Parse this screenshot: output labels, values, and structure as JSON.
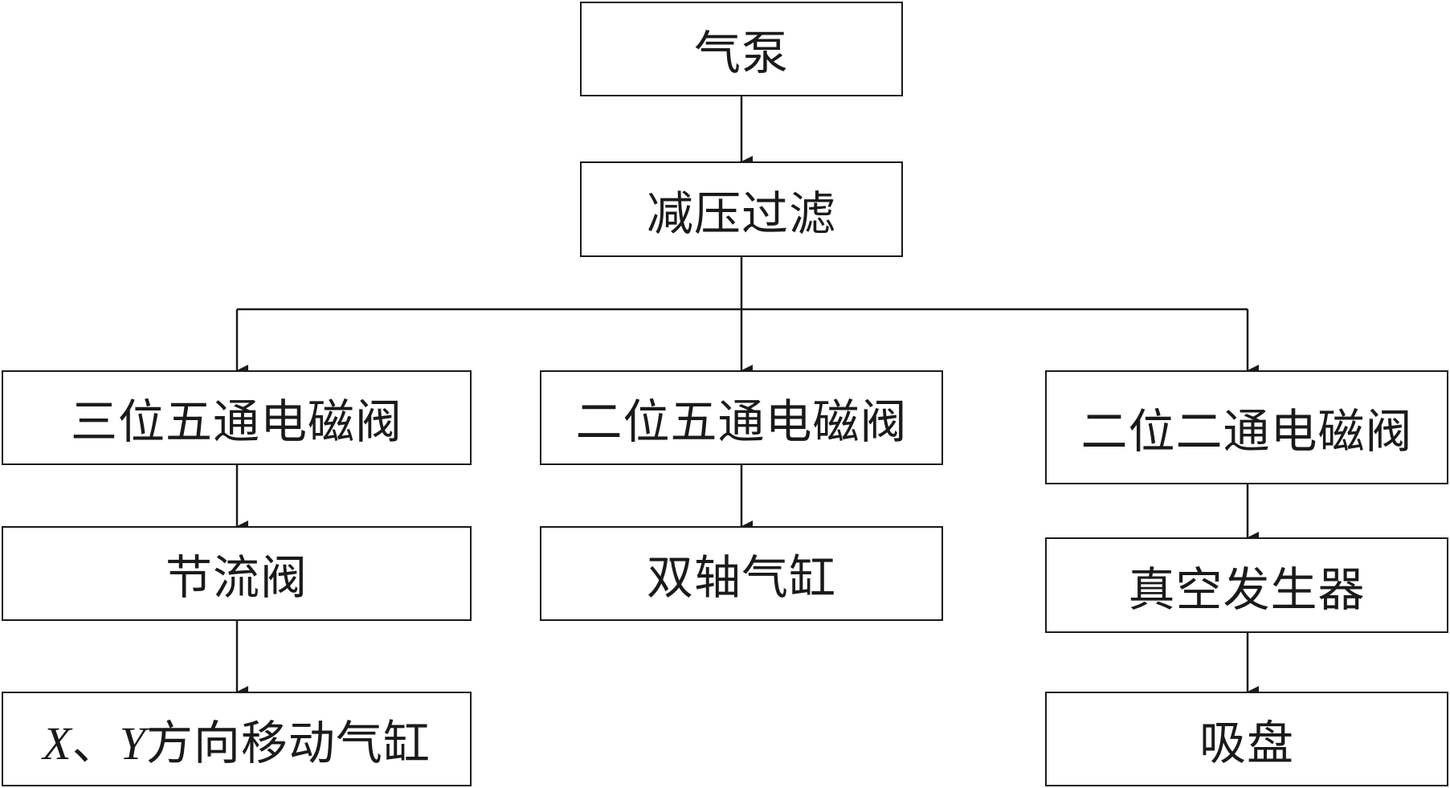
{
  "nodes": {
    "pump": "气泵",
    "filter": "减压过滤",
    "valve_3p5": "三位五通电磁阀",
    "valve_2p5": "二位五通电磁阀",
    "valve_2p2": "二位二通电磁阀",
    "throttle": "节流阀",
    "dual_cyl": "双轴气缸",
    "vacuum": "真空发生器",
    "xy_cyl": {
      "x": "X",
      "sep": "、",
      "y": "Y",
      "rest": "方向移动气缸"
    },
    "sucker": "吸盘"
  },
  "edges": [
    [
      "pump",
      "filter"
    ],
    [
      "filter",
      "valve_3p5"
    ],
    [
      "filter",
      "valve_2p5"
    ],
    [
      "filter",
      "valve_2p2"
    ],
    [
      "valve_3p5",
      "throttle"
    ],
    [
      "throttle",
      "xy_cyl"
    ],
    [
      "valve_2p5",
      "dual_cyl"
    ],
    [
      "valve_2p2",
      "vacuum"
    ],
    [
      "vacuum",
      "sucker"
    ]
  ]
}
